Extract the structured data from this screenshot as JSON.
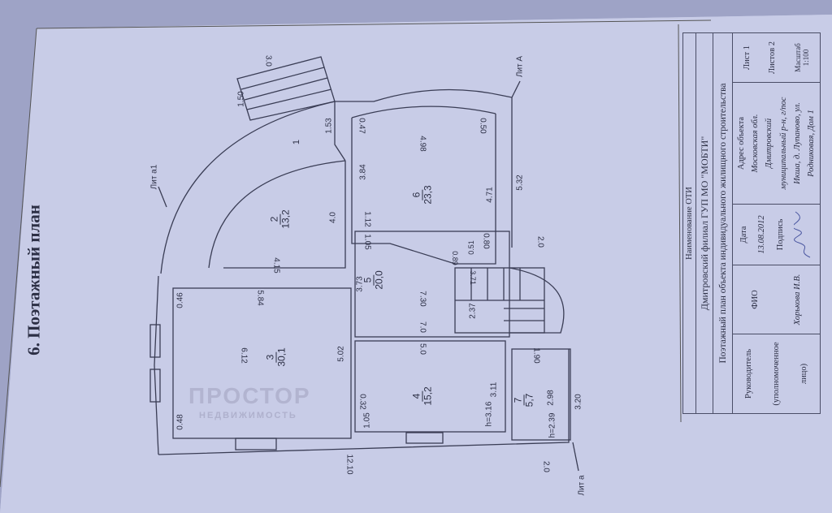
{
  "title": "6. Поэтажный план",
  "rooms": [
    {
      "num": "1",
      "area": ""
    },
    {
      "num": "2",
      "area": "13,2"
    },
    {
      "num": "3",
      "area": "30,1"
    },
    {
      "num": "4",
      "area": "15,2"
    },
    {
      "num": "5",
      "area": "20,0"
    },
    {
      "num": "6",
      "area": "23,3"
    },
    {
      "num": "7",
      "area": "5,7"
    }
  ],
  "dims": {
    "stairs_len": "3.0",
    "stairs_w": "1.50",
    "d153": "1.53",
    "d047": "0.47",
    "d498": "4.98",
    "d050": "0.50",
    "d384": "3.84",
    "d471": "4.71",
    "d532": "5.32",
    "d40": "4.0",
    "d112": "1.12",
    "d105": "1.05",
    "d080": "0.80",
    "d051": "0.51",
    "d089": "0.89",
    "d415": "4.15",
    "d371": "3.71",
    "d20a": "2.0",
    "d373": "3.73",
    "d046": "0.46",
    "d584": "5.84",
    "d730": "7.30",
    "d237": "2.37",
    "d70": "7.0",
    "d612": "6.12",
    "d502": "5.02",
    "d50": "5.0",
    "d190": "1.90",
    "d032": "0.32",
    "d311": "3.11",
    "d048": "0.48",
    "d105b": "1.05",
    "h316": "h=3.16",
    "d298": "2.98",
    "d320": "3.20",
    "h239": "h=2.39",
    "d20b": "2.0",
    "d1210": "12.10"
  },
  "lit": {
    "a1": "Лит а1",
    "A": "Лит А",
    "a": "Лит а"
  },
  "watermark": {
    "name": "ПРОСТОР",
    "sub": "НЕДВИЖИМОСТЬ"
  },
  "title_block": {
    "org_label": "Наименование ОТИ",
    "org": "Дмитровский филиал ГУП МО \"МОБТИ\"",
    "doc": "Поэтажный план объекта индивидуального жилищного строительства",
    "head_label": "Руководитель",
    "head_sub": "(уполномоченное",
    "head_sub2": "лицо)",
    "fio_label": "ФИО",
    "fio": "Хорькова И.В.",
    "date_label": "Дата",
    "date": "13.08.2012",
    "sign_label": "Подпись",
    "addr_label": "Адрес объекта",
    "addr1": "Московская обл.",
    "addr2": "Дмитровский",
    "addr3": "муниципальный р-н, г/пос",
    "addr4": "Икша, д. Лупаново, ул.",
    "addr5": "Родниковая, Дом 1",
    "sheet": "Лист 1",
    "sheets": "Листов 2",
    "scale": "Масштаб 1:100"
  }
}
